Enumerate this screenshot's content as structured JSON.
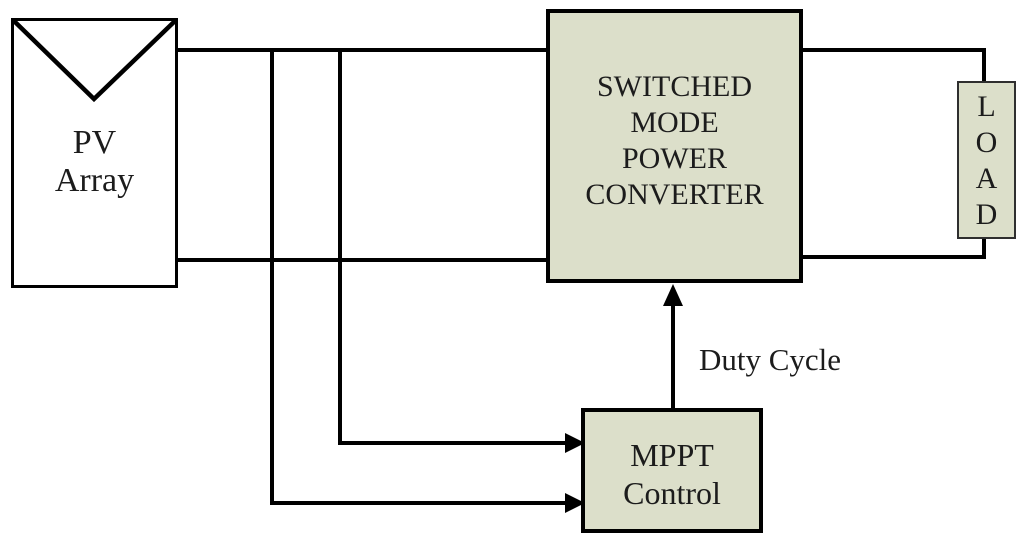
{
  "diagram": {
    "pv_array": {
      "lines": [
        "PV",
        "Array"
      ]
    },
    "converter": {
      "lines": [
        "SWITCHED",
        "MODE",
        "POWER",
        "CONVERTER"
      ]
    },
    "mppt": {
      "lines": [
        "MPPT",
        "Control"
      ]
    },
    "load": {
      "letters": [
        "L",
        "O",
        "A",
        "D"
      ]
    },
    "labels": {
      "duty_cycle": "Duty Cycle"
    },
    "colors": {
      "background": "#ffffff",
      "box_fill": "#dcdfca",
      "box_border": "#000000",
      "wire": "#000000",
      "text": "#1c1c1c",
      "load_border": "#2f2f2f"
    }
  }
}
